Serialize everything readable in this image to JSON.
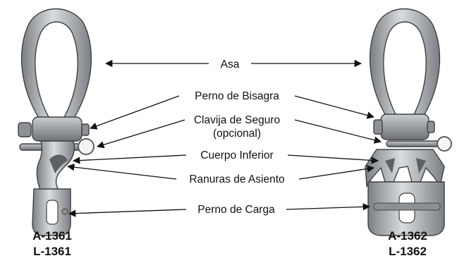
{
  "labels": {
    "handle": "Asa",
    "hinge_pin": "Perno de Bisagra",
    "safety_pin_line1": "Clavija de Seguro",
    "safety_pin_line2": "(opcional)",
    "lower_body": "Cuerpo Inferior",
    "seating_grooves": "Ranuras de Asiento",
    "load_pin": "Perno de Carga"
  },
  "left_part": {
    "model_line1": "A-1361",
    "model_line2": "L-1361"
  },
  "right_part": {
    "model_line1": "A-1362",
    "model_line2": "L-1362"
  },
  "colors": {
    "metal_dark": "#6f7377",
    "metal_mid": "#a9adb1",
    "metal_light": "#d7dadd",
    "text": "#111111"
  }
}
